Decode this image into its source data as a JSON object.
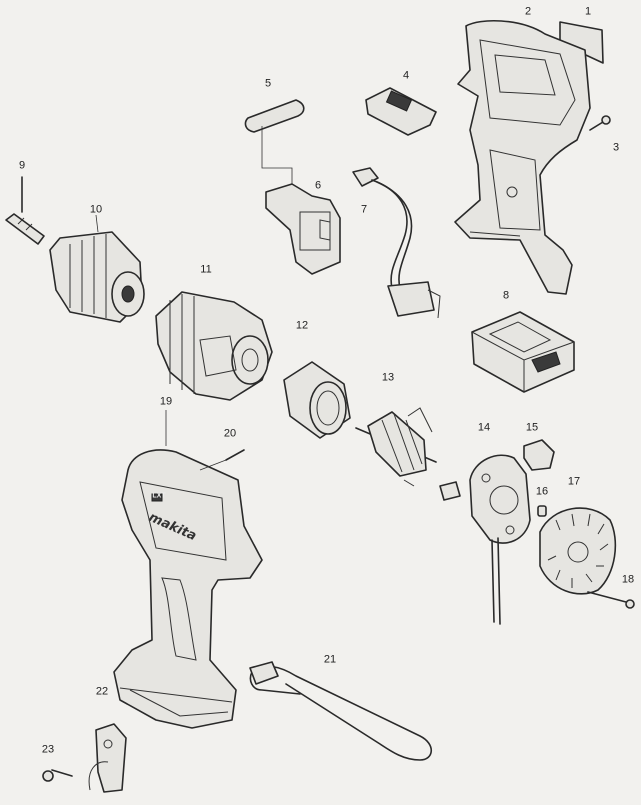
{
  "parts": [
    {
      "id": "part-1",
      "label": "1"
    },
    {
      "id": "part-2",
      "label": "2"
    },
    {
      "id": "part-3",
      "label": "3"
    },
    {
      "id": "part-4",
      "label": "4"
    },
    {
      "id": "part-5",
      "label": "5"
    },
    {
      "id": "part-6",
      "label": "6"
    },
    {
      "id": "part-7",
      "label": "7"
    },
    {
      "id": "part-8",
      "label": "8"
    },
    {
      "id": "part-9",
      "label": "9"
    },
    {
      "id": "part-10",
      "label": "10"
    },
    {
      "id": "part-11",
      "label": "11"
    },
    {
      "id": "part-12",
      "label": "12"
    },
    {
      "id": "part-13",
      "label": "13"
    },
    {
      "id": "part-14",
      "label": "14"
    },
    {
      "id": "part-15",
      "label": "15"
    },
    {
      "id": "part-16",
      "label": "16"
    },
    {
      "id": "part-17",
      "label": "17"
    },
    {
      "id": "part-18",
      "label": "18"
    },
    {
      "id": "part-19",
      "label": "19"
    },
    {
      "id": "part-20",
      "label": "20"
    },
    {
      "id": "part-21",
      "label": "21"
    },
    {
      "id": "part-22",
      "label": "22"
    },
    {
      "id": "part-23",
      "label": "23"
    }
  ],
  "housing_text": {
    "brand": "makita",
    "badge": "LXT"
  }
}
